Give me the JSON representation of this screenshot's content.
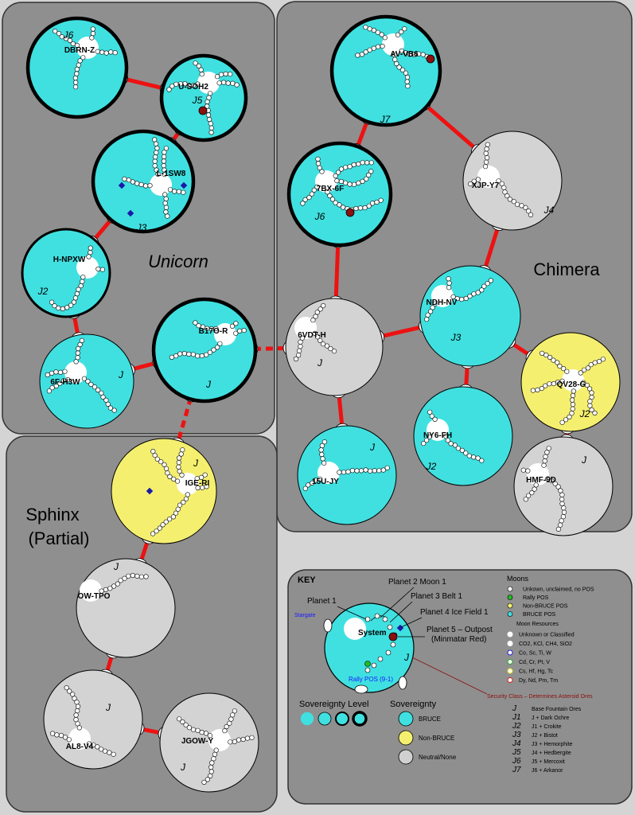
{
  "regions": {
    "unicorn": "Unicorn",
    "chimera": "Chimera",
    "sphinx_l1": "Sphinx",
    "sphinx_l2": "(Partial)"
  },
  "systems": [
    {
      "id": "dbrnz",
      "name": "DBRN-Z",
      "class": "J6",
      "sov": "bruce",
      "level": 4
    },
    {
      "id": "usoh2",
      "name": "U-SOH2",
      "class": "J5",
      "sov": "bruce",
      "level": 4
    },
    {
      "id": "l1sw8",
      "name": "L-1SW8",
      "class": "J3",
      "sov": "bruce",
      "level": 4
    },
    {
      "id": "hnpxw",
      "name": "H-NPXW",
      "class": "J2",
      "sov": "bruce",
      "level": 3
    },
    {
      "id": "6fh3w",
      "name": "6F-H3W",
      "class": "J",
      "sov": "bruce",
      "level": 1
    },
    {
      "id": "b17or",
      "name": "B17O-R",
      "class": "J",
      "sov": "bruce",
      "level": 4
    },
    {
      "id": "igeri",
      "name": "IGE-RI",
      "class": "J",
      "sov": "nonbruce",
      "level": 1
    },
    {
      "id": "owtpo",
      "name": "OW-TPO",
      "class": "J",
      "sov": "neutral",
      "level": 1
    },
    {
      "id": "al8v4",
      "name": "AL8-V4",
      "class": "J",
      "sov": "neutral",
      "level": 1
    },
    {
      "id": "jgowy",
      "name": "JGOW-Y",
      "class": "J",
      "sov": "neutral",
      "level": 1
    },
    {
      "id": "avvb6",
      "name": "AV-VB6",
      "class": "J7",
      "sov": "bruce",
      "level": 4
    },
    {
      "id": "7bx6f",
      "name": "7BX-6F",
      "class": "J6",
      "sov": "bruce",
      "level": 4
    },
    {
      "id": "xjpy7",
      "name": "XJP-Y7",
      "class": "J4",
      "sov": "neutral",
      "level": 1
    },
    {
      "id": "ndhnv",
      "name": "NDH-NV",
      "class": "J3",
      "sov": "bruce",
      "level": 1
    },
    {
      "id": "6vdth",
      "name": "6VDT-H",
      "class": "J",
      "sov": "neutral",
      "level": 1
    },
    {
      "id": "qv28g",
      "name": "QV28-G",
      "class": "J2",
      "sov": "nonbruce",
      "level": 1
    },
    {
      "id": "ny6fh",
      "name": "NY6-FH",
      "class": "J2",
      "sov": "bruce",
      "level": 1
    },
    {
      "id": "15ujy",
      "name": "15U-JY",
      "class": "J",
      "sov": "bruce",
      "level": 1
    },
    {
      "id": "hmf9d",
      "name": "HMF-9D",
      "class": "J",
      "sov": "neutral",
      "level": 1
    }
  ],
  "connections": [
    {
      "from": "dbrnz",
      "to": "usoh2",
      "type": "solid"
    },
    {
      "from": "usoh2",
      "to": "l1sw8",
      "type": "solid"
    },
    {
      "from": "l1sw8",
      "to": "hnpxw",
      "type": "solid"
    },
    {
      "from": "hnpxw",
      "to": "6fh3w",
      "type": "solid"
    },
    {
      "from": "6fh3w",
      "to": "b17or",
      "type": "solid"
    },
    {
      "from": "b17or",
      "to": "6vdth",
      "type": "dashed"
    },
    {
      "from": "b17or",
      "to": "igeri",
      "type": "dashed"
    },
    {
      "from": "igeri",
      "to": "owtpo",
      "type": "solid"
    },
    {
      "from": "owtpo",
      "to": "al8v4",
      "type": "solid"
    },
    {
      "from": "al8v4",
      "to": "jgowy",
      "type": "solid"
    },
    {
      "from": "avvb6",
      "to": "7bx6f",
      "type": "solid"
    },
    {
      "from": "avvb6",
      "to": "xjpy7",
      "type": "solid"
    },
    {
      "from": "7bx6f",
      "to": "6vdth",
      "type": "solid"
    },
    {
      "from": "xjpy7",
      "to": "ndhnv",
      "type": "solid"
    },
    {
      "from": "6vdth",
      "to": "ndhnv",
      "type": "solid"
    },
    {
      "from": "ndhnv",
      "to": "qv28g",
      "type": "solid"
    },
    {
      "from": "ndhnv",
      "to": "ny6fh",
      "type": "solid"
    },
    {
      "from": "6vdth",
      "to": "15ujy",
      "type": "solid"
    },
    {
      "from": "qv28g",
      "to": "hmf9d",
      "type": "solid"
    }
  ],
  "key": {
    "title": "KEY",
    "diagram": {
      "system": "System",
      "planet1": "Planet 1",
      "moon": "Planet 2 Moon 1",
      "belt": "Planet 3 Belt 1",
      "ice": "Planet 4 Ice Field 1",
      "outpost_l1": "Planet 5 – Outpost",
      "outpost_l2": "(Minmatar Red)",
      "stargate": "Stargate",
      "rally": "Rally POS (9-1)",
      "class": "J"
    },
    "sovereignty_level": "Sovereignty Level",
    "sovereignty": "Sovereignty",
    "sov_items": [
      {
        "label": "BRUCE",
        "color": "#40e0e0"
      },
      {
        "label": "Non-BRUCE",
        "color": "#f5ef70"
      },
      {
        "label": "Neutral/None",
        "color": "#d0d0d0"
      }
    ],
    "moons_title": "Moons",
    "moons": [
      {
        "label": "Unkown, unclaimed, no POS",
        "color": "#ffffff"
      },
      {
        "label": "Rally POS",
        "color": "#22bb22"
      },
      {
        "label": "Non-BRUCE POS",
        "color": "#f5ef70"
      },
      {
        "label": "BRUCE POS",
        "color": "#40e0e0"
      }
    ],
    "resources_title": "Moon Resources",
    "resources": [
      {
        "label": "Unknown or Classified",
        "color": "#ffffff"
      },
      {
        "label": "CO2, KCl, CH4, SiO2",
        "color": "#ffffff"
      },
      {
        "label": "Co, Sc, Ti, W",
        "color": "#2222cc"
      },
      {
        "label": "Cd, Cr, Pt, V",
        "color": "#22aa22"
      },
      {
        "label": "Cs, Hf, Hg, Tc",
        "color": "#dddd22"
      },
      {
        "label": "Dy, Nd, Pm, Tm",
        "color": "#dd2222"
      }
    ],
    "security_title": "Security Class – Determines Asteroid Ores",
    "security": [
      {
        "cls": "J",
        "ore": "Base Fountain Ores"
      },
      {
        "cls": "J1",
        "ore": "J + Dark Ochre"
      },
      {
        "cls": "J2",
        "ore": "J1 + Crokite"
      },
      {
        "cls": "J3",
        "ore": "J2 + Bistot"
      },
      {
        "cls": "J4",
        "ore": "J3 + Hemorphite"
      },
      {
        "cls": "J5",
        "ore": "J4 + Hedbergite"
      },
      {
        "cls": "J6",
        "ore": "J5 + Mercoxit"
      },
      {
        "cls": "J7",
        "ore": "J6 + Arkanor"
      }
    ]
  },
  "colors": {
    "bruce": "#40e0e0",
    "nonbruce": "#f5ef70",
    "neutral": "#d3d3d3",
    "link": "#ee1111",
    "panel": "#8f8f8f",
    "outpost": "#8b1010"
  }
}
